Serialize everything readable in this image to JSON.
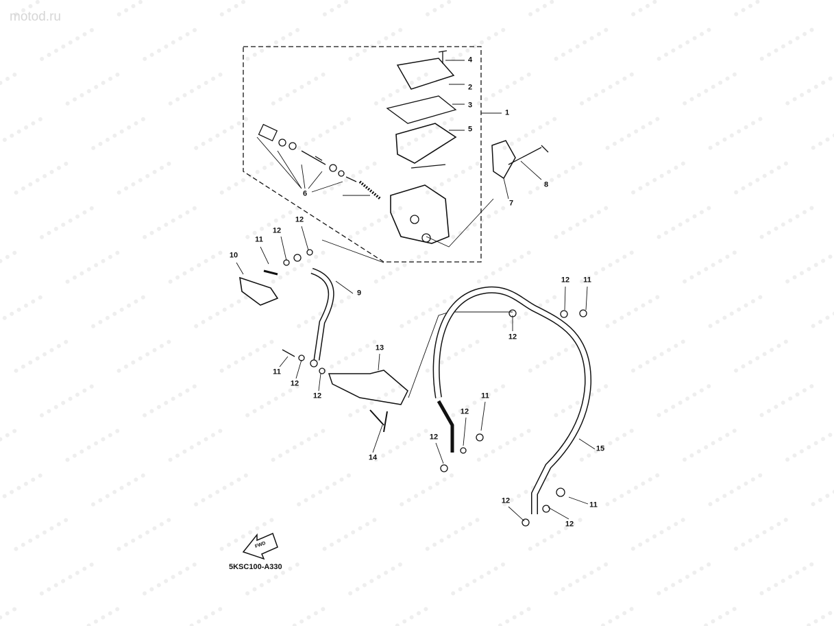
{
  "watermark": "motod.ru",
  "diagram_code": "5KSC100-A330",
  "fwd_label": "FWD",
  "callouts": [
    "4",
    "2",
    "3",
    "5",
    "1",
    "8",
    "7",
    "6",
    "12",
    "12",
    "11",
    "10",
    "9",
    "12",
    "11",
    "12",
    "13",
    "11",
    "12",
    "12",
    "11",
    "12",
    "12",
    "14",
    "15",
    "12",
    "11",
    "12"
  ]
}
